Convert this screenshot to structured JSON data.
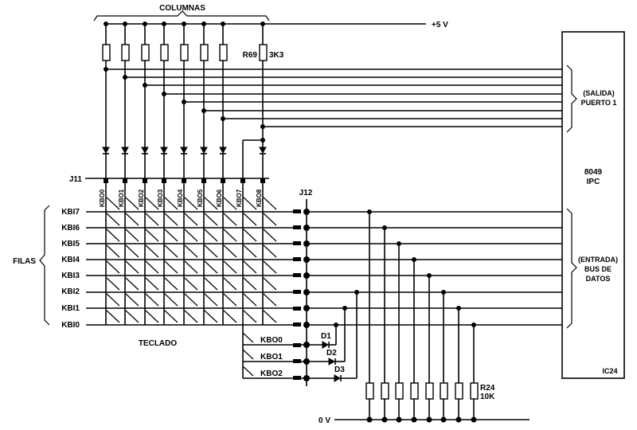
{
  "labels": {
    "columnas": "COLUMNAS",
    "vcc": "+5 V",
    "gnd": "0 V",
    "r69": "R69",
    "r69_value": "3K3",
    "r24": "R24",
    "r24_value": "10K",
    "j11": "J11",
    "j12": "J12",
    "filas": "FILAS",
    "teclado": "TECLADO",
    "ic_name": "8049",
    "ic_type": "IPC",
    "ic_ref": "IC24",
    "salida_line1": "(SALIDA)",
    "salida_line2": "PUERTO 1",
    "entrada_line1": "(ENTRADA)",
    "entrada_line2": "BUS DE",
    "entrada_line3": "DATOS"
  },
  "columns": [
    "KBO0",
    "KBO1",
    "KBO2",
    "KBO3",
    "KBO4",
    "KBO5",
    "KBO6",
    "KBO7",
    "KBO8"
  ],
  "rows": [
    "KBI7",
    "KBI6",
    "KBI5",
    "KBI4",
    "KBI3",
    "KBI2",
    "KBI1",
    "KBI0"
  ],
  "lower_outputs": [
    "KBO0",
    "KBO1",
    "KBO2"
  ],
  "diodes": [
    "D1",
    "D2",
    "D3"
  ]
}
